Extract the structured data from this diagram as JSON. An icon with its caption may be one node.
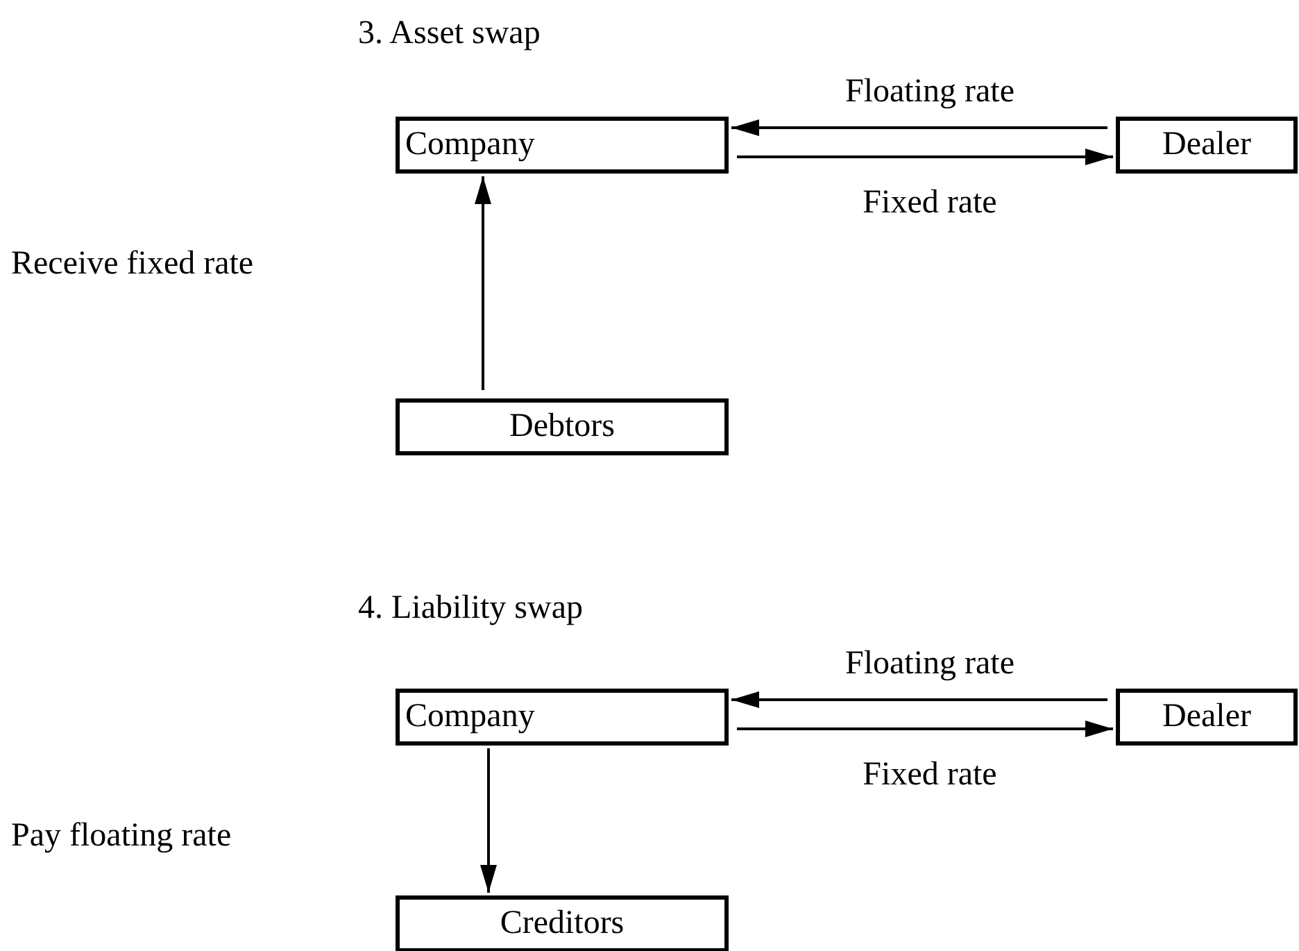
{
  "diagram": {
    "nodes": [
      {
        "text": [
          "Company"
        ]
      },
      {
        "text": [
          "Dealer"
        ]
      },
      {
        "text": [
          "Debtors"
        ]
      },
      {
        "text": [
          "Company"
        ]
      },
      {
        "text": [
          "Dealer"
        ]
      },
      {
        "text": [
          "Creditors"
        ]
      }
    ],
    "edges": [
      {
        "from": 1,
        "to": 0,
        "arrow": "to",
        "label": "Floating rate"
      },
      {
        "from": 0,
        "to": 1,
        "arrow": "to",
        "label": "Fixed rate"
      },
      {
        "from": 2,
        "to": 0,
        "arrow": "to"
      },
      {
        "from": 4,
        "to": 3,
        "arrow": "to",
        "label": "Floating rate"
      },
      {
        "from": 3,
        "to": 4,
        "arrow": "to",
        "label": "Fixed rate"
      },
      {
        "from": 3,
        "to": 5,
        "arrow": "to"
      }
    ],
    "labels": [
      "3. Asset swap",
      "Receive fixed rate",
      "4. Liability swap",
      "Pay floating rate"
    ]
  }
}
